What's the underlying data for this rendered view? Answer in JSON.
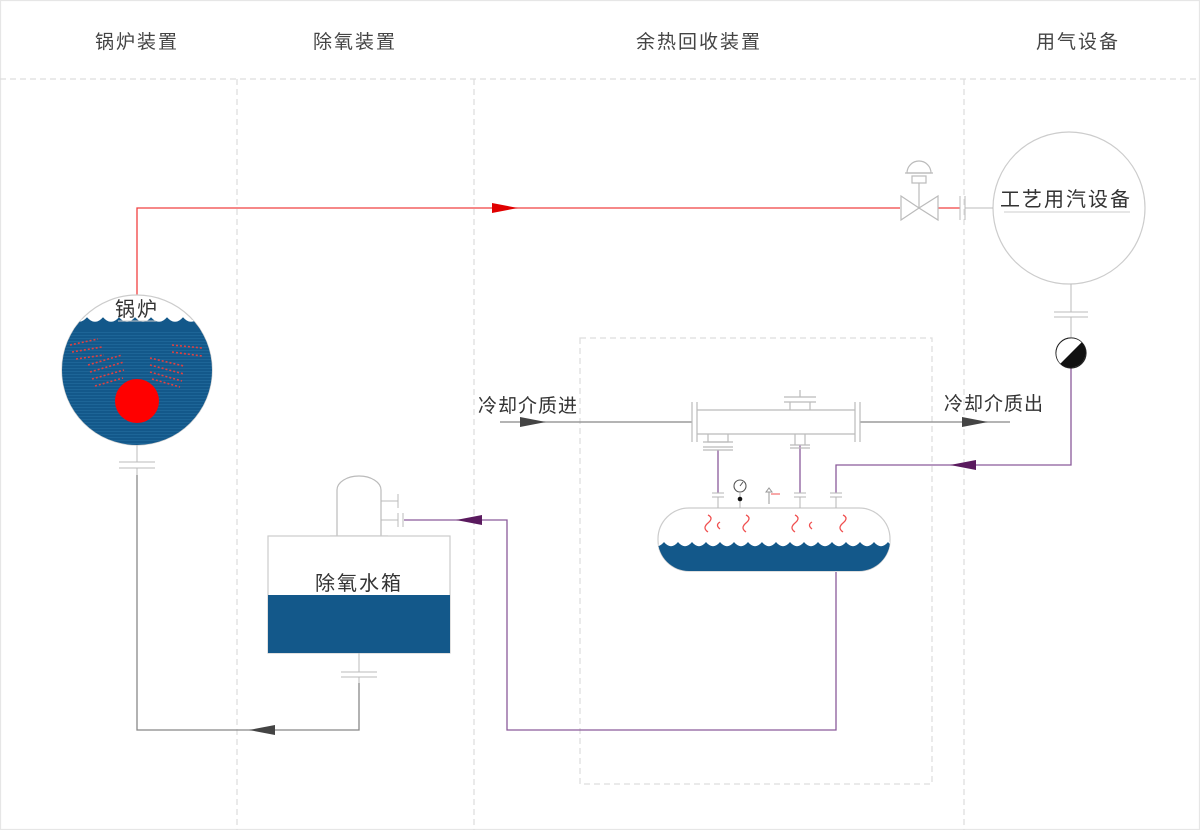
{
  "headers": [
    "锅炉装置",
    "除氧装置",
    "余热回收装置",
    "用气设备"
  ],
  "equipment": {
    "boiler_label": "锅炉",
    "deaerator_label": "除氧水箱",
    "process_equipment_label": "工艺用汽设备"
  },
  "flow_labels": {
    "coolant_in": "冷却介质进",
    "coolant_out": "冷却介质出"
  },
  "colors": {
    "steam_line": "#f04040",
    "steam_arrow": "#e00000",
    "condensate_line": "#8a5a9a",
    "condensate_arrow": "#5a1a5e",
    "feedwater_line": "#888888",
    "water_fill": "#13588a",
    "boiler_fire": "#ff0000",
    "grid_line": "#dddddd",
    "equipment_outline": "#bbbbbb"
  },
  "icons": [
    "valve-icon",
    "steam-trap-icon",
    "pressure-gauge-icon",
    "thermometer-icon",
    "wave-icon",
    "flame-icon"
  ]
}
